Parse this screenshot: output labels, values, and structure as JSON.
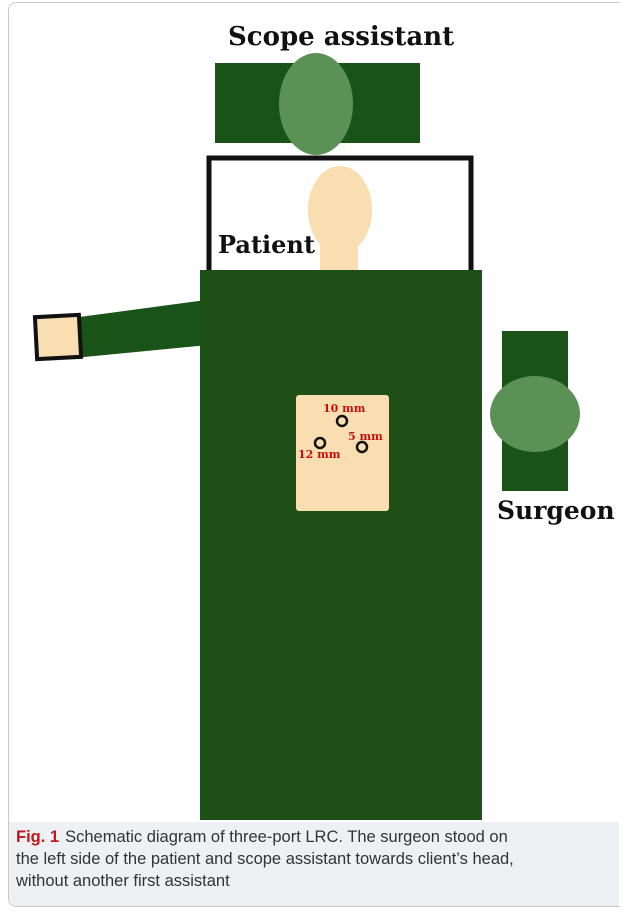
{
  "labels": {
    "scope_assistant": "Scope assistant",
    "patient": "Patient",
    "surgeon": "Surgeon"
  },
  "ports": {
    "port_10": "10 mm",
    "port_5": "5 mm",
    "port_12": "12 mm"
  },
  "caption": {
    "fig_label": "Fig. 1",
    "text_line1": "Schematic diagram of three-port LRC. The surgeon stood on",
    "text_line2": "the left side of the patient and scope assistant towards client’s head,",
    "text_line3": "without another first assistant"
  },
  "colors": {
    "dark_green": "#1a5318",
    "drape_green": "#1d4f16",
    "head_green": "#5b9155",
    "skin": "#f8deb0",
    "port_red": "#c81010"
  }
}
